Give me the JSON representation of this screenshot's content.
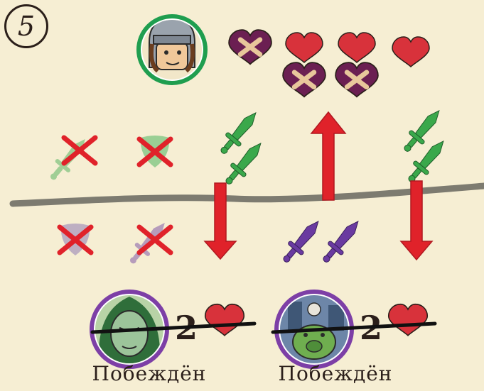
{
  "step": {
    "number": "5"
  },
  "hero": {
    "portrait": "knight-portrait",
    "ring_color": "#1f9e4f",
    "hearts_total": 6,
    "hearts_wounded": 3
  },
  "hero_attack": {
    "swords_used": 4,
    "swords_blocked_by_shield": 2
  },
  "enemies": [
    {
      "portrait": "green-haired-witch-portrait",
      "ring_color": "#7d3fa6",
      "health_value": "2",
      "status_label": "Побеждён"
    },
    {
      "portrait": "goblin-pig-portrait",
      "ring_color": "#7d3fa6",
      "health_value": "2",
      "status_label": "Побеждён"
    }
  ],
  "colors": {
    "background": "#f6eed3",
    "hero_sword": "#3aa84b",
    "enemy_sword": "#6a3aa0",
    "arrow": "#e0222a",
    "heart": "#d8323b",
    "wounded_heart": "#6b1f52",
    "divider": "#7d7b70",
    "cross": "#e0222a"
  },
  "icons": [
    "sword-icon",
    "shield-icon",
    "heart-icon",
    "wounded-heart-icon",
    "bandage-icon",
    "red-cross-icon",
    "red-arrow-icon"
  ]
}
